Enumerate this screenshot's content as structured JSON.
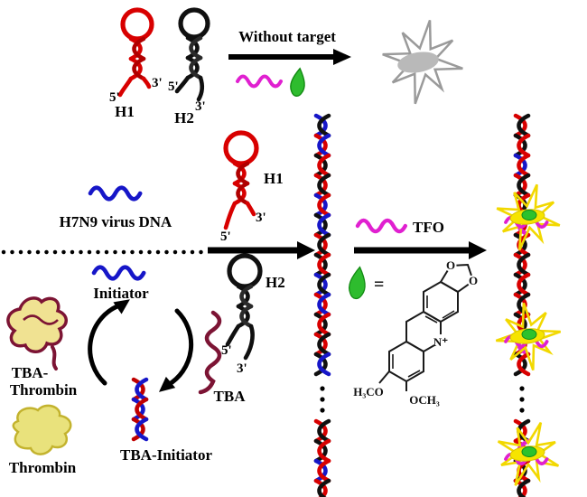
{
  "labels": {
    "without_target": "Without target",
    "h1": "H1",
    "h2": "H2",
    "five_prime": "5'",
    "three_prime": "3'",
    "h7n9_virus_dna": "H7N9 virus DNA",
    "initiator": "Initiator",
    "tba_line1": "TBA-",
    "thrombin": "Thrombin",
    "tba": "TBA",
    "tba_initiator": "TBA-Initiator",
    "tfo": "TFO",
    "equals": "=",
    "n_plus": "N⁺",
    "oxygen": "O",
    "h3co": "H₃CO",
    "och3": "OCH₃"
  },
  "colors": {
    "h1_strand": "#d80000",
    "h2_strand": "#101010",
    "initiator_strand": "#1616c8",
    "tfo_strand": "#e020d0",
    "berberine_dye": "#2ebc2e",
    "tba_strand": "#7c1434",
    "thrombin_fill": "#e9e27c",
    "signal_star": "#f2d800",
    "no_signal_gray": "#b9b9b9"
  }
}
